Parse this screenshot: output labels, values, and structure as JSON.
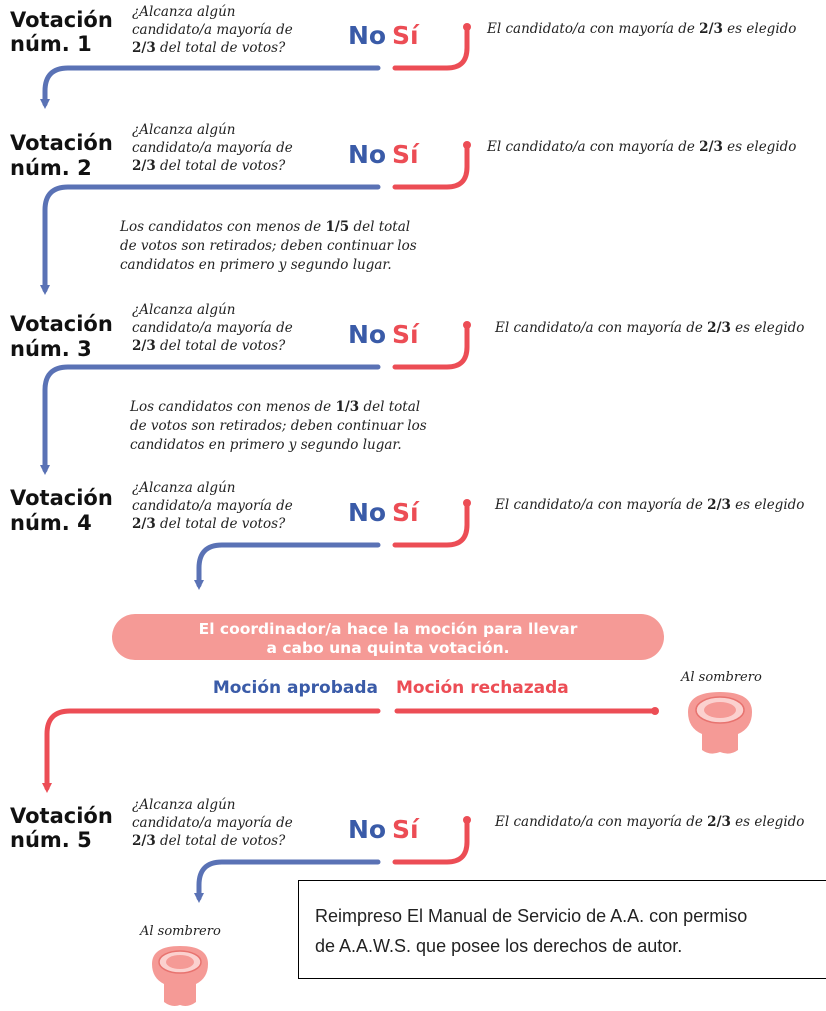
{
  "accent_blue": "#3a5ba8",
  "accent_red": "#ec4d55",
  "rounds": [
    {
      "label_line1": "Votación",
      "label_line2": "núm. 1"
    },
    {
      "label_line1": "Votación",
      "label_line2": "núm. 2"
    },
    {
      "label_line1": "Votación",
      "label_line2": "núm. 3"
    },
    {
      "label_line1": "Votación",
      "label_line2": "núm. 4"
    },
    {
      "label_line1": "Votación",
      "label_line2": "núm. 5"
    }
  ],
  "question": {
    "line1": "¿Alcanza algún",
    "line2": "candidato/a mayoría de",
    "line3_bold": "2/3",
    "line3_rest": " del total de votos?"
  },
  "answers": {
    "no": "No",
    "yes": "Sí"
  },
  "result": {
    "before": "El candidato/a con mayoría de ",
    "bold": "2/3",
    "after": " es elegido"
  },
  "eliminations": [
    {
      "line1_before": "Los candidatos con menos de ",
      "line1_bold": "1/5",
      "line1_after": " del total",
      "line2": "de votos son retirados; deben continuar los",
      "line3": "candidatos en primero y segundo lugar."
    },
    {
      "line1_before": "Los candidatos con menos de ",
      "line1_bold": "1/3",
      "line1_after": " del total",
      "line2": "de votos son retirados; deben continuar los",
      "line3": "candidatos en primero y segundo lugar."
    }
  ],
  "motion": {
    "line1": "El coordinador/a hace la moción para llevar",
    "line2": "a cabo una quinta votación.",
    "approved": "Moción aprobada",
    "rejected": "Moción rechazada"
  },
  "hat": {
    "label": "Al sombrero",
    "icon": "hat-icon"
  },
  "credit": {
    "line1": "Reimpreso El Manual de Servicio de A.A. con permiso",
    "line2": "de A.A.W.S. que posee los derechos de autor."
  }
}
